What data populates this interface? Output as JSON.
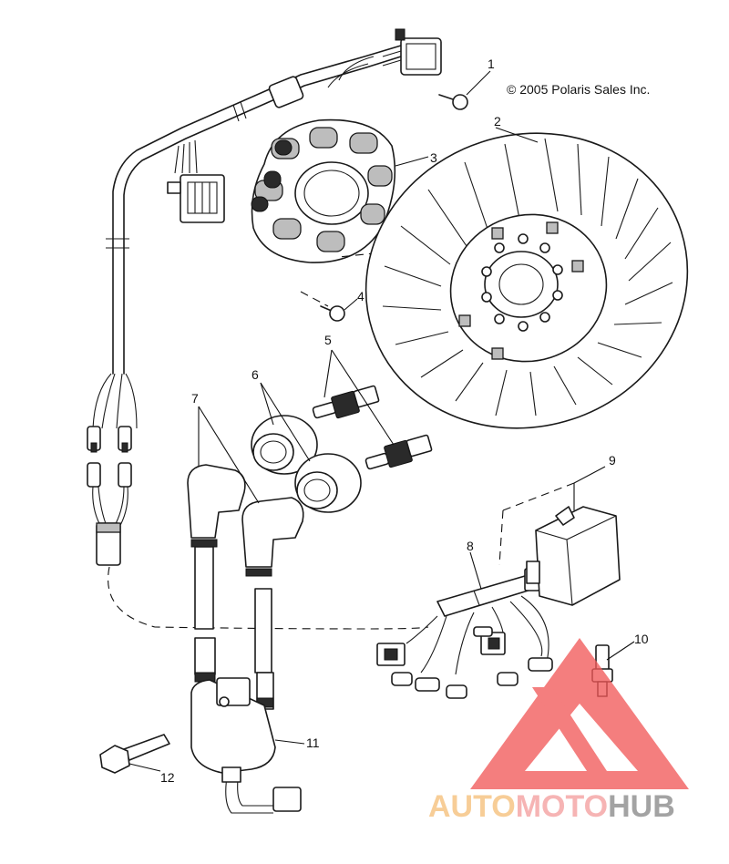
{
  "copyright": "© 2005 Polaris Sales Inc.",
  "callouts": [
    "1",
    "2",
    "3",
    "4",
    "5",
    "6",
    "7",
    "8",
    "9",
    "10",
    "11",
    "12"
  ],
  "watermark": {
    "word_a": "AUTO",
    "word_b": "MOTO",
    "word_c": "HUB",
    "color_a": "#f5c07a",
    "color_b": "#f4a0a0",
    "color_c": "#8a8a8a",
    "triangle_color": "#f25a5a"
  }
}
